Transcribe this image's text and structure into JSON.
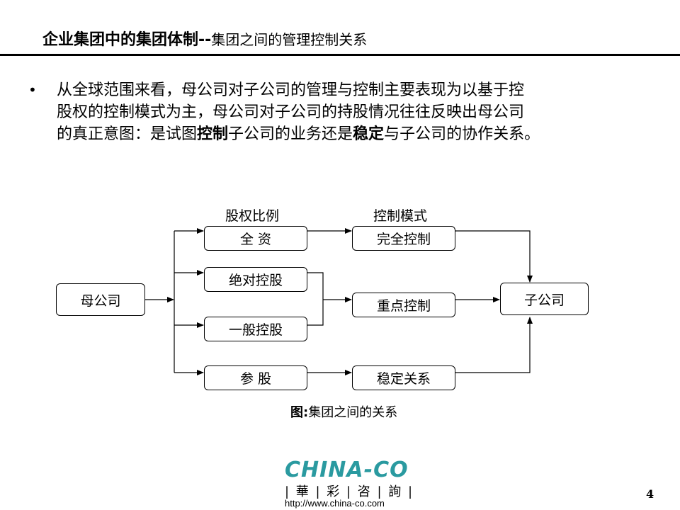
{
  "slide": {
    "title_bold": "企业集团中的集团体制--",
    "title_rest": "集团之间的管理控制关系",
    "bullet": "•",
    "para_line1": "从全球范围来看，母公司对子公司的管理与控制主要表现为以基于控",
    "para_line2": "股权的控制模式为主，母公司对子公司的持股情况往往反映出母公司",
    "para_line3_a": "的真正意图：是试图",
    "para_line3_b": "控制",
    "para_line3_c": "子公司的业务还是",
    "para_line3_d": "稳定",
    "para_line3_e": "与子公司的协作关系。",
    "page_number": "4"
  },
  "diagram": {
    "col_head_ratio": "股权比例",
    "col_head_mode": "控制模式",
    "parent": "母公司",
    "child": "子公司",
    "ratio_full": "全 资",
    "ratio_absolute": "绝对控股",
    "ratio_general": "一般控股",
    "ratio_minor": "参 股",
    "mode_full": "完全控制",
    "mode_key": "重点控制",
    "mode_stable": "稳定关系",
    "caption_bold": "图:",
    "caption_rest": "集团之间的关系"
  },
  "footer": {
    "logo_text": "CHINA-CO",
    "logo_cn": "| 華 | 彩 | 咨 | 詢 |",
    "url": "http://www.china-co.com",
    "brand_color": "#2a9aa0"
  }
}
